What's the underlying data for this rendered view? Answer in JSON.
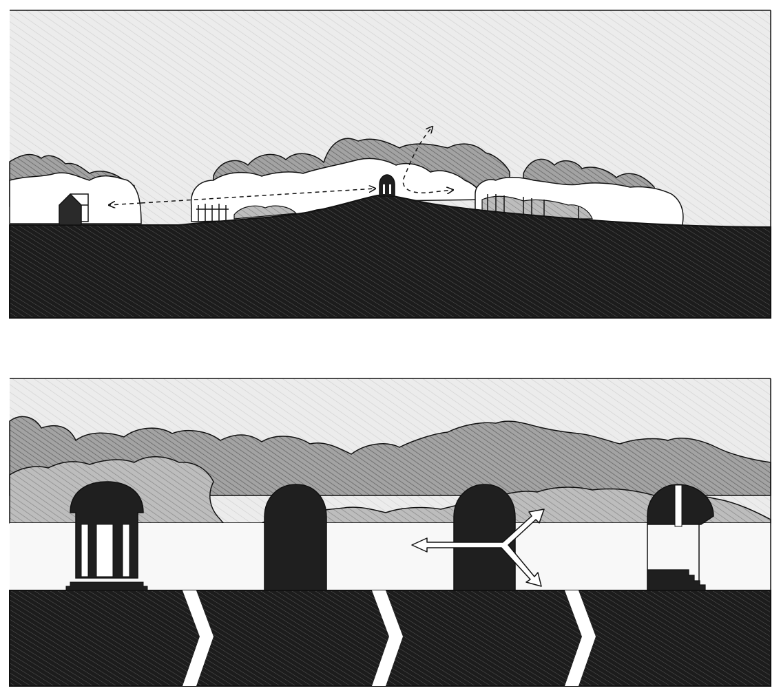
{
  "diagram": {
    "panels": [
      {
        "id": "site-section",
        "elements": [
          "sky",
          "tree-canopy",
          "hill",
          "small-house",
          "pavilion",
          "fence",
          "view-arrows"
        ]
      },
      {
        "id": "pavilion-sequence",
        "elements": [
          "sky",
          "tree-canopy",
          "ground",
          "chevron-dividers"
        ],
        "stages": [
          {
            "name": "colonnade-pavilion",
            "icon": "columns-icon"
          },
          {
            "name": "solid-arch",
            "icon": "arch-icon"
          },
          {
            "name": "arch-with-view-arrows",
            "icon": "three-way-arrow-icon"
          },
          {
            "name": "opened-arch-with-steps",
            "icon": "steps-icon"
          }
        ]
      }
    ],
    "colors": {
      "sky": "#ececec",
      "canopy_dark": "#9c9c9c",
      "canopy_mid": "#b6b6b6",
      "canopy_light": "#ffffff",
      "ground": "#242424",
      "line": "#111111",
      "paper": "#ffffff"
    }
  }
}
